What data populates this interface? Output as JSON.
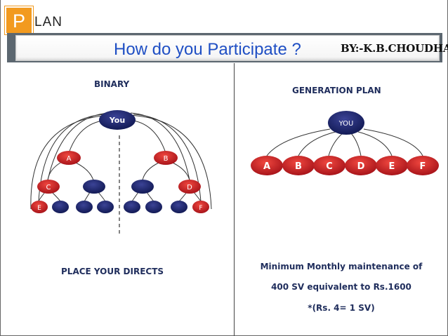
{
  "header": {
    "logo_letter": "P",
    "logo_rest": "LAN",
    "title": "How do you Participate ?",
    "author": "BY:-K.B.CHOUDHARY"
  },
  "binary": {
    "label": "BINARY",
    "root": "You",
    "left_child": "A",
    "right_child": "B",
    "left_grandchild": "C",
    "right_grandchild": "D",
    "left_leaf": "E",
    "right_leaf": "F",
    "footer": "PLACE YOUR DIRECTS"
  },
  "generation": {
    "label": "GENERATION PLAN",
    "root": "YOU",
    "children": [
      "A",
      "B",
      "C",
      "D",
      "E",
      "F"
    ],
    "footer_lines": [
      "Minimum Monthly maintenance of",
      "400 SV equivalent to Rs.1600",
      "*(Rs. 4= 1 SV)"
    ]
  },
  "colors": {
    "accent_orange": "#f29a1f",
    "title_blue": "#1f4fc4",
    "node_red": "#d21f26",
    "node_navy": "#1b2370",
    "label_navy": "#1f2d5c",
    "title_bar_gray": "#5c6770"
  }
}
